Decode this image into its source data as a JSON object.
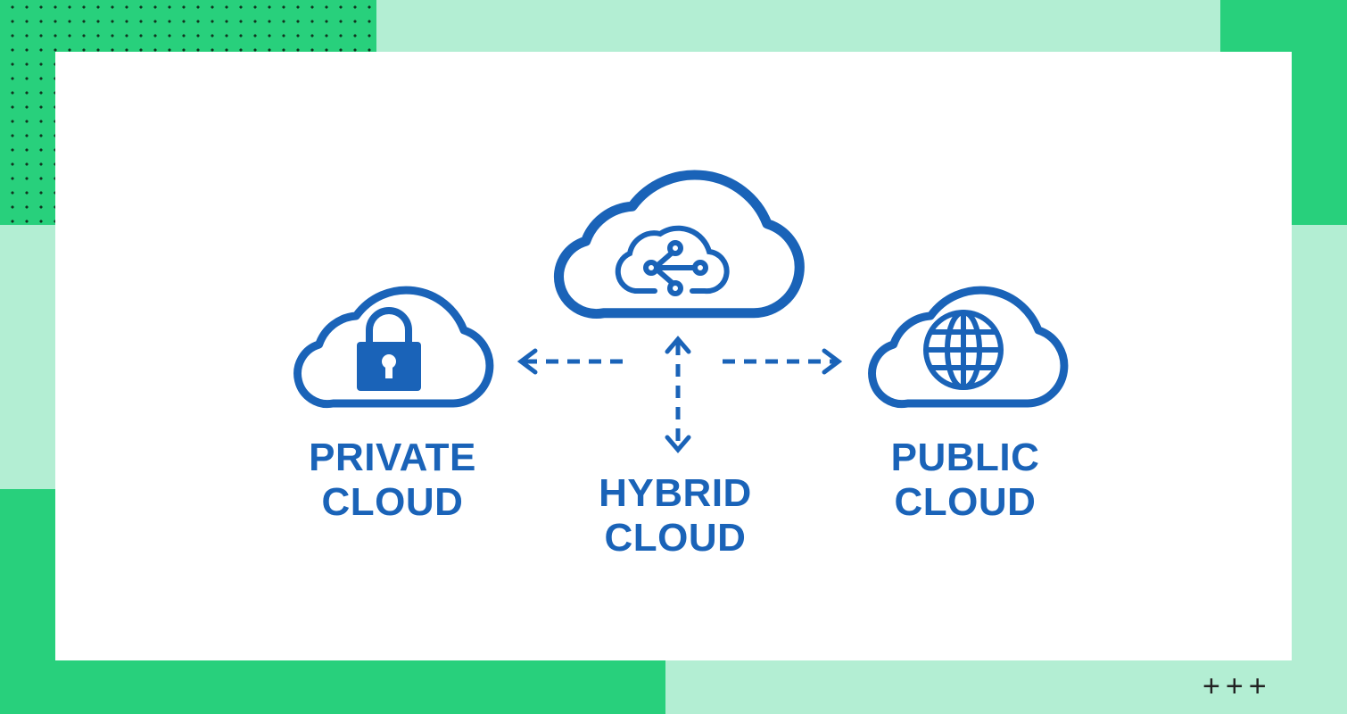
{
  "labels": {
    "private": [
      "PRIVATE",
      "CLOUD"
    ],
    "hybrid": [
      "HYBRID",
      "CLOUD"
    ],
    "public": [
      "PUBLIC",
      "CLOUD"
    ]
  },
  "decoration": {
    "plus_marks": "+++"
  },
  "colors": {
    "accent_blue": "#1a63b8",
    "dark_green": "#28d07c",
    "light_green": "#b3eed3"
  }
}
